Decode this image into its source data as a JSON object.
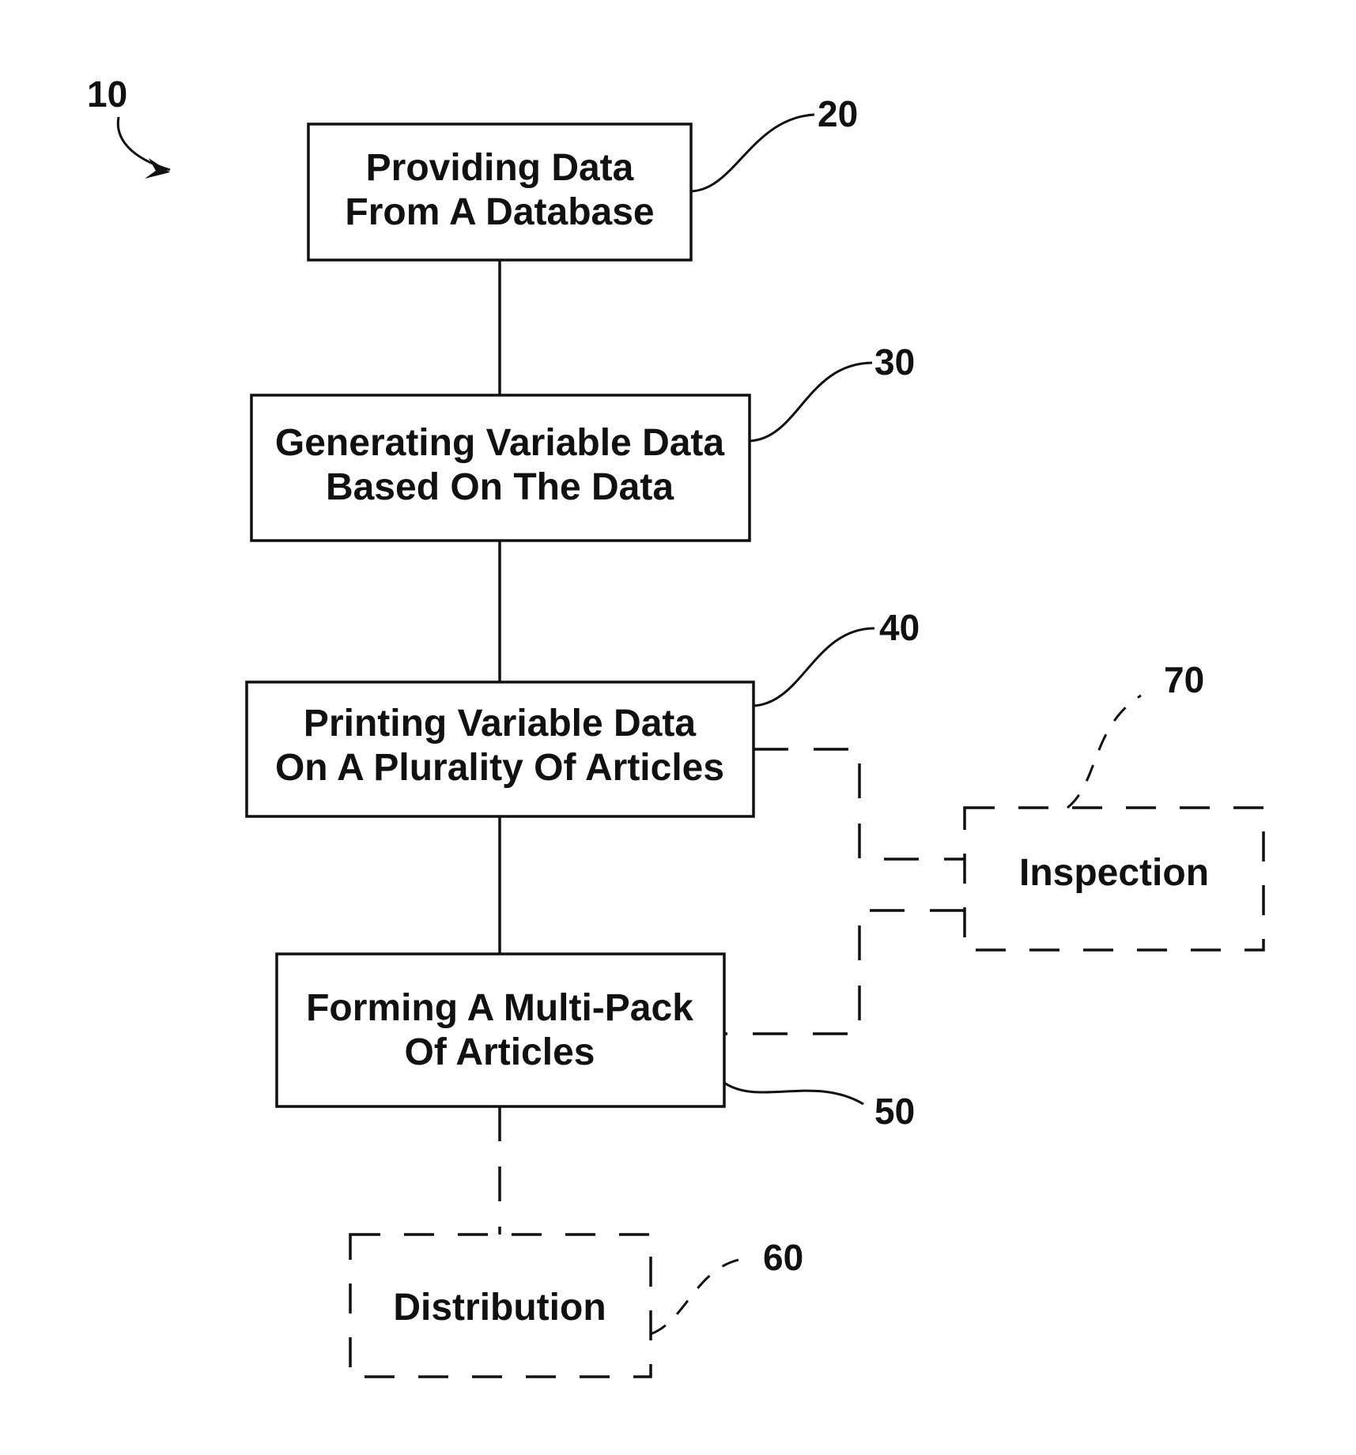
{
  "figure": {
    "ref_main": "10",
    "steps": [
      {
        "ref": "20",
        "lines": [
          "Providing Data",
          "From A Database"
        ]
      },
      {
        "ref": "30",
        "lines": [
          "Generating Variable Data",
          "Based On The Data"
        ]
      },
      {
        "ref": "40",
        "lines": [
          "Printing Variable Data",
          "On A Plurality Of Articles"
        ]
      },
      {
        "ref": "50",
        "lines": [
          "Forming A Multi-Pack",
          "Of Articles"
        ]
      }
    ],
    "optional_steps": [
      {
        "ref": "60",
        "label": "Distribution"
      },
      {
        "ref": "70",
        "label": "Inspection"
      }
    ]
  }
}
